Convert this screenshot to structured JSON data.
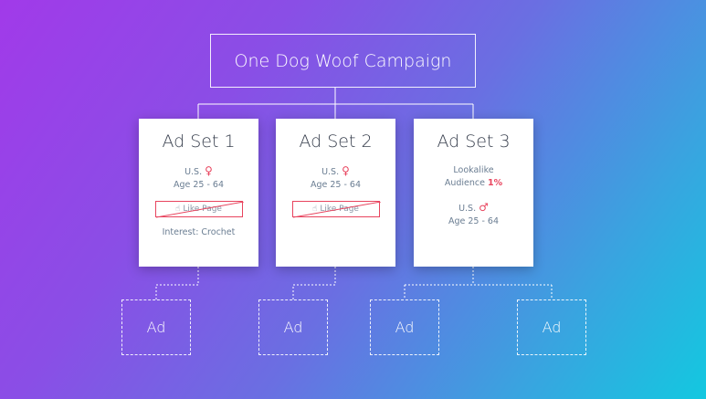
{
  "campaign": {
    "title": "One Dog Woof Campaign"
  },
  "ad_sets": [
    {
      "title": "Ad Set 1",
      "location": "U.S.",
      "gender_icon": "female-symbol",
      "age": "Age 25 - 64",
      "excluded": "Like Page",
      "interest": "Interest: Crochet"
    },
    {
      "title": "Ad Set 2",
      "location": "U.S.",
      "gender_icon": "female-symbol",
      "age": "Age 25 - 64",
      "excluded": "Like Page"
    },
    {
      "title": "Ad Set 3",
      "audience_line1": "Lookalike",
      "audience_line2": "Audience",
      "audience_pct": "1%",
      "location": "U.S.",
      "gender_icon": "male-symbol",
      "age": "Age 25 - 64"
    }
  ],
  "ads": [
    {
      "label": "Ad"
    },
    {
      "label": "Ad"
    },
    {
      "label": "Ad"
    },
    {
      "label": "Ad"
    }
  ],
  "colors": {
    "gradient_start": "#a13ae9",
    "gradient_end": "#13c8e0",
    "accent": "#e8445e",
    "text_muted": "#6a7d92"
  }
}
